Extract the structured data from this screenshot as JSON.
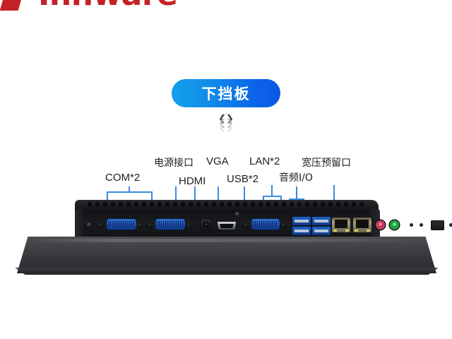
{
  "brand": {
    "wordmark": "Inhware",
    "logo_color": "#c42127",
    "mark_icon": "red-slash-mark"
  },
  "badge": {
    "label": "下挡板",
    "gradient_from": "#13a0ea",
    "gradient_to": "#0a58e7",
    "text_color": "#ffffff"
  },
  "chevron": {
    "icon": "chevron-double-down-icon",
    "glyph": "❯",
    "rows": [
      "«",
      "«",
      "«"
    ]
  },
  "callouts": {
    "leader_color": "#3d8ae0",
    "items": [
      {
        "id": "com",
        "label": "COM*2",
        "type": "bracket"
      },
      {
        "id": "power",
        "label": "电源接口",
        "type": "single"
      },
      {
        "id": "hdmi",
        "label": "HDMI",
        "type": "single"
      },
      {
        "id": "vga",
        "label": "VGA",
        "type": "single"
      },
      {
        "id": "usb",
        "label": "USB*2",
        "type": "single"
      },
      {
        "id": "lan",
        "label": "LAN*2",
        "type": "bracket"
      },
      {
        "id": "audio",
        "label": "音频I/O",
        "type": "bracket"
      },
      {
        "id": "resv",
        "label": "宽压预留口",
        "type": "single"
      }
    ]
  },
  "device": {
    "name": "industrial-panel-pc-bottom-io",
    "body_color": "#1a1b1e",
    "bezel_color": "#3c3e41",
    "ports": [
      {
        "name": "com-port-1",
        "type": "db9",
        "color": "#1b4fae"
      },
      {
        "name": "com-port-2",
        "type": "db9",
        "color": "#1b4fae"
      },
      {
        "name": "dc-power-jack",
        "type": "dc",
        "color": "#141517"
      },
      {
        "name": "hdmi-port",
        "type": "hdmi",
        "color": "#9aa0a6"
      },
      {
        "name": "vga-port",
        "type": "db15",
        "color": "#1b4fae"
      },
      {
        "name": "usb-port-1",
        "type": "usb",
        "color": "#174da6"
      },
      {
        "name": "usb-port-2",
        "type": "usb",
        "color": "#174da6"
      },
      {
        "name": "usb-port-3",
        "type": "usb",
        "color": "#174da6"
      },
      {
        "name": "usb-port-4",
        "type": "usb",
        "color": "#174da6"
      },
      {
        "name": "lan-port-1",
        "type": "rj45",
        "color": "#a49a78"
      },
      {
        "name": "lan-port-2",
        "type": "rj45",
        "color": "#a49a78"
      },
      {
        "name": "mic-jack",
        "type": "jack",
        "color": "#c33c5c"
      },
      {
        "name": "speaker-jack",
        "type": "jack",
        "color": "#19a83f"
      },
      {
        "name": "reserved-port",
        "type": "blank",
        "color": "#2a2c30"
      }
    ]
  }
}
